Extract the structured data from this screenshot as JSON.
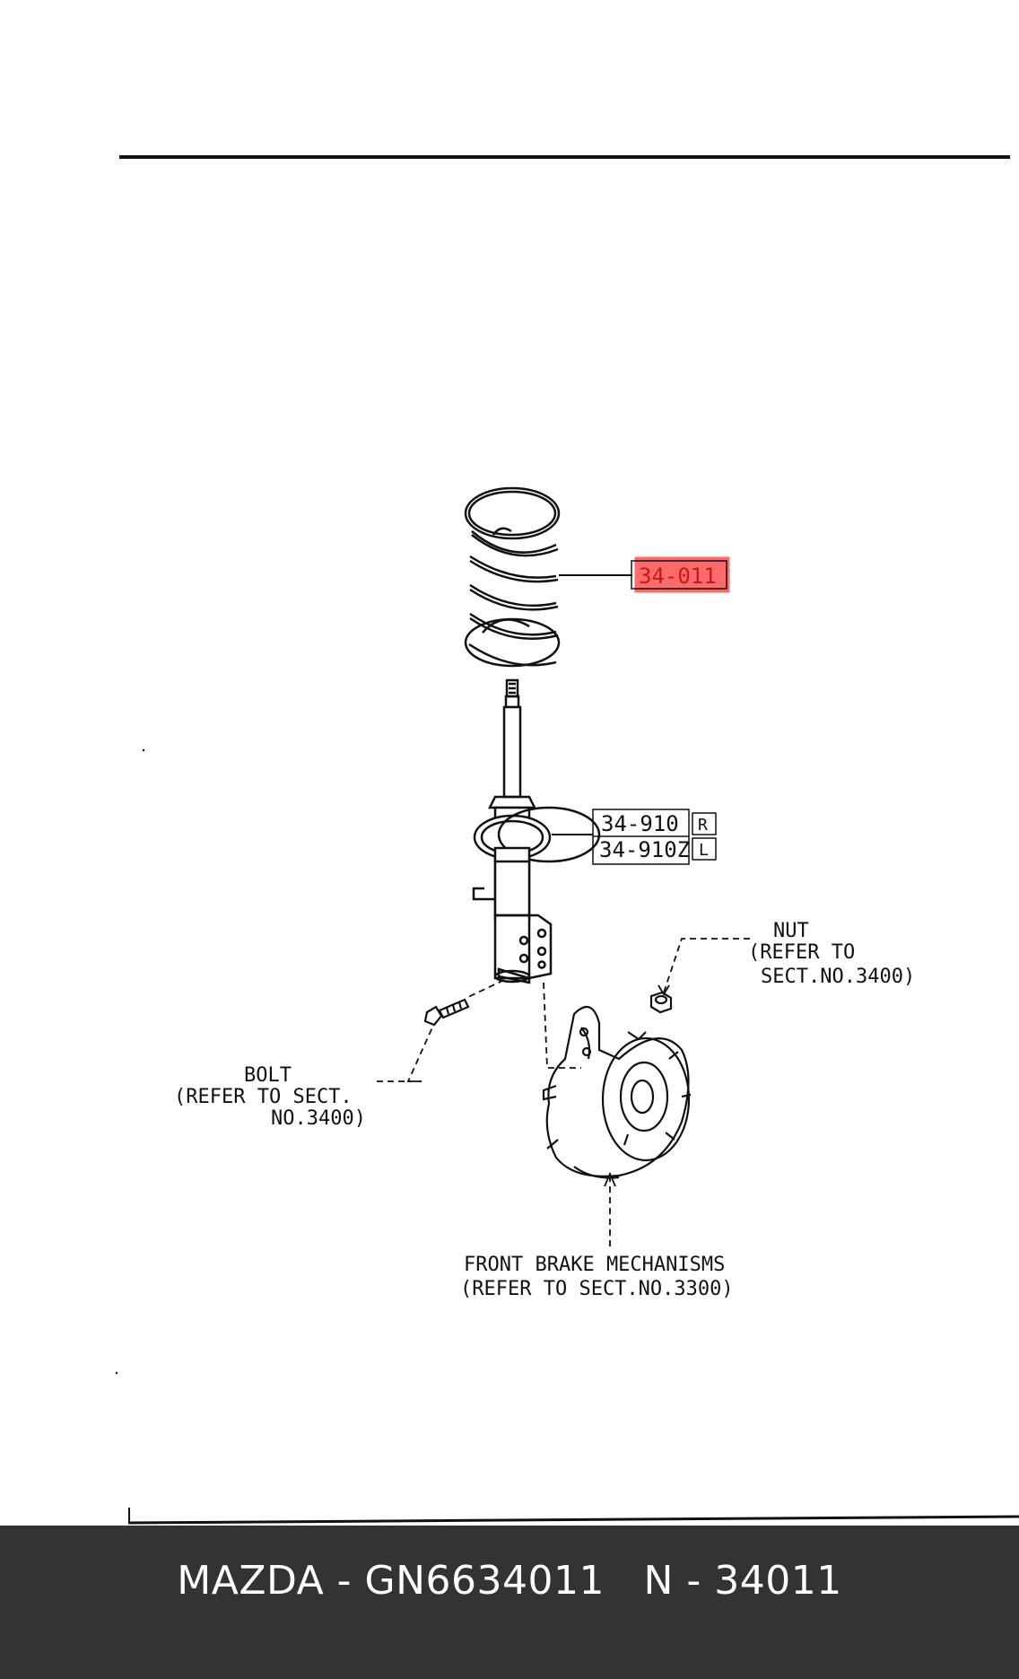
{
  "colors": {
    "highlight": "#ff6b6b",
    "line": "#111111",
    "footer_bg": "#333333",
    "footer_text": "#ffffff"
  },
  "callouts": {
    "spring": "34-011",
    "strut_r": "34-910",
    "strut_l": "34-910Z",
    "tag_r": "R",
    "tag_l": "L"
  },
  "labels": {
    "nut": "NUT",
    "nut_ref1": "(REFER TO",
    "nut_ref2": "SECT.NO.3400)",
    "bolt": "BOLT",
    "bolt_ref1": "(REFER TO SECT.",
    "bolt_ref2": "NO.3400)",
    "brake": "FRONT BRAKE MECHANISMS",
    "brake_ref": "(REFER TO SECT.NO.3300)"
  },
  "footer": {
    "text": "MAZDA - GN6634011   N - 34011"
  }
}
